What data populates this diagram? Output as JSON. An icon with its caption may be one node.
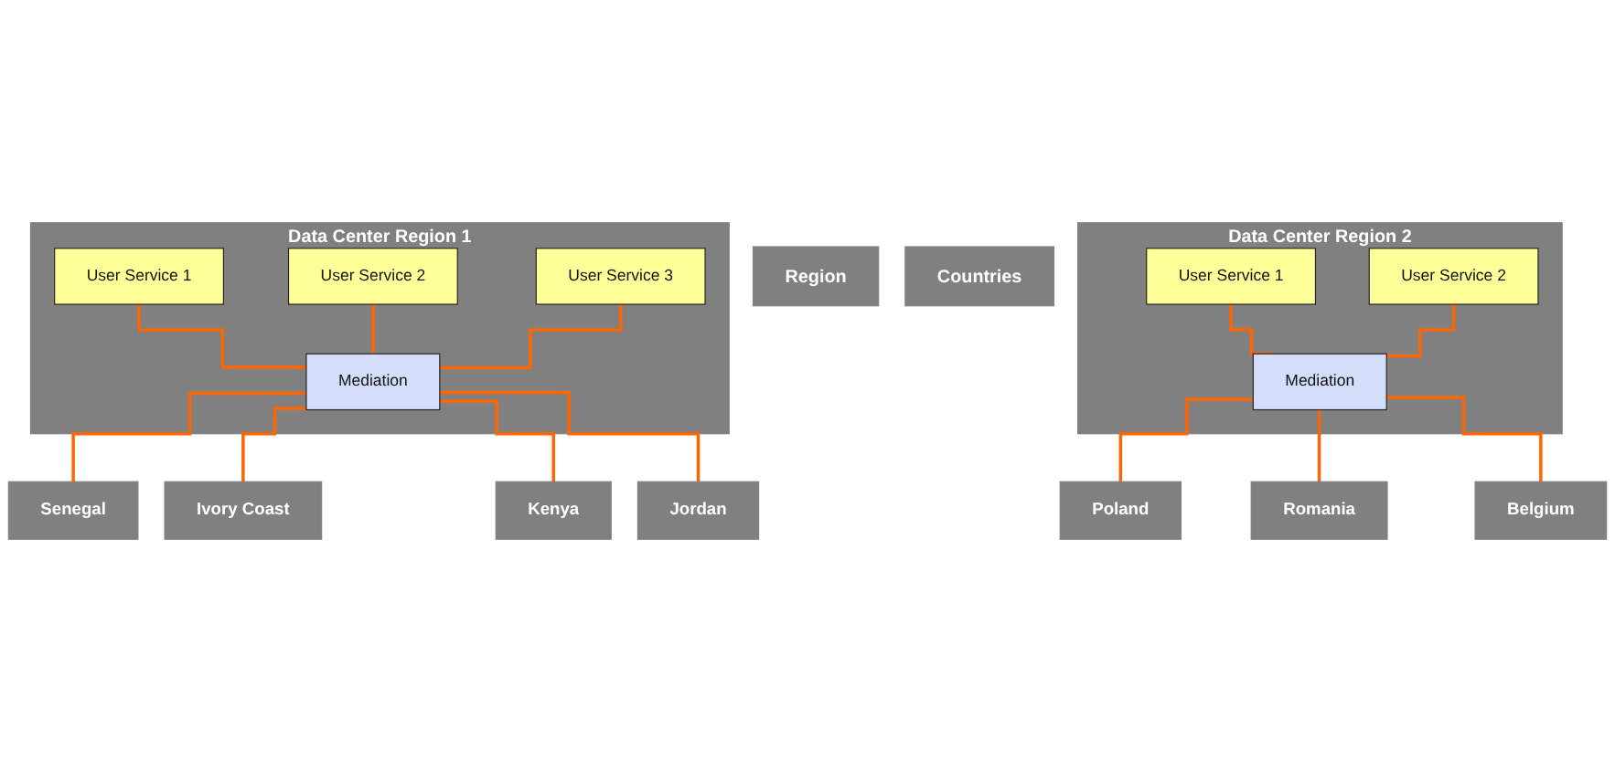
{
  "diagram": {
    "nodes": [
      {
        "text": [
          "Region"
        ]
      },
      {
        "text": [
          "Data Center Region 1"
        ]
      },
      {
        "text": [
          "User Service 1"
        ],
        "in": 1
      },
      {
        "text": [
          "User Service 2"
        ],
        "in": 1
      },
      {
        "text": [
          "User Service 3"
        ],
        "in": 1
      },
      {
        "text": [
          "Mediation"
        ],
        "in": 1
      },
      {
        "text": [
          "Data Center Region 2"
        ]
      },
      {
        "text": [
          "User Service 1"
        ],
        "in": 6
      },
      {
        "text": [
          "User Service 2"
        ],
        "in": 6
      },
      {
        "text": [
          "Mediation"
        ],
        "in": 6
      },
      {
        "text": [
          "Countries"
        ]
      },
      {
        "text": [
          "Senegal"
        ]
      },
      {
        "text": [
          "Ivory Coast"
        ]
      },
      {
        "text": [
          "Kenya"
        ]
      },
      {
        "text": [
          "Jordan"
        ]
      },
      {
        "text": [
          "Poland"
        ]
      },
      {
        "text": [
          "Romania"
        ]
      },
      {
        "text": [
          "Belgium"
        ]
      }
    ],
    "edges": [
      {
        "from": 2,
        "to": 5,
        "arrow": "none"
      },
      {
        "from": 3,
        "to": 5,
        "arrow": "none"
      },
      {
        "from": 4,
        "to": 5,
        "arrow": "none"
      },
      {
        "from": 7,
        "to": 9,
        "arrow": "none"
      },
      {
        "from": 8,
        "to": 9,
        "arrow": "none"
      },
      {
        "from": 5,
        "to": 11,
        "arrow": "none"
      },
      {
        "from": 5,
        "to": 12,
        "arrow": "none"
      },
      {
        "from": 5,
        "to": 13,
        "arrow": "none"
      },
      {
        "from": 5,
        "to": 14,
        "arrow": "none"
      },
      {
        "from": 9,
        "to": 15,
        "arrow": "none"
      },
      {
        "from": 9,
        "to": 16,
        "arrow": "none"
      },
      {
        "from": 9,
        "to": 17,
        "arrow": "none"
      }
    ]
  }
}
